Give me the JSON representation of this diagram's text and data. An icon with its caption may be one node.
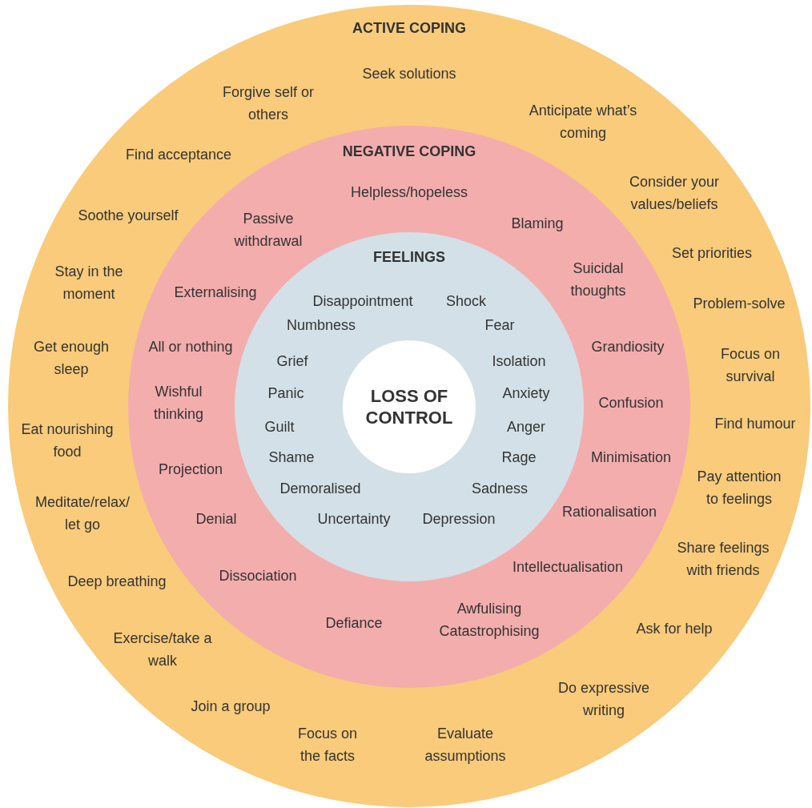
{
  "diagram": {
    "nodes": [
      {
        "text": [
          "ACTIVE COPING"
        ]
      },
      {
        "text": [
          "NEGATIVE COPING"
        ],
        "in": 0
      },
      {
        "text": [
          "FEELINGS"
        ],
        "in": 1
      },
      {
        "text": [
          "LOSS OF CONTROL"
        ],
        "in": 2
      }
    ],
    "labels": [
      "Seek solutions",
      "Forgive self or others",
      "Anticipate what’s coming",
      "Find acceptance",
      "Helpless/hopeless",
      "Consider your values/beliefs",
      "Soothe yourself",
      "Blaming",
      "Passive withdrawal",
      "Set priorities",
      "Stay in the moment",
      "Suicidal thoughts",
      "Externalising",
      "Disappointment",
      "Shock",
      "Problem-solve",
      "Numbness",
      "Fear",
      "All or nothing",
      "Grandiosity",
      "Get enough sleep",
      "Grief",
      "Isolation",
      "Focus on survival",
      "Panic",
      "Anxiety",
      "Wishful thinking",
      "Confusion",
      "Guilt",
      "Anger",
      "Find humour",
      "Eat nourishing food",
      "Shame",
      "Rage",
      "Minimisation",
      "Projection",
      "Pay attention to feelings",
      "Demoralised",
      "Sadness",
      "Rationalisation",
      "Meditate/relax/ let go",
      "Denial",
      "Uncertainty",
      "Depression",
      "Share feelings with friends",
      "Intellectualisation",
      "Dissociation",
      "Deep breathing",
      "Awfulising",
      "Defiance",
      "Catastrophising",
      "Ask for help",
      "Exercise/take a walk",
      "Do expressive writing",
      "Join a group",
      "Focus on the facts",
      "Evaluate assumptions"
    ]
  }
}
